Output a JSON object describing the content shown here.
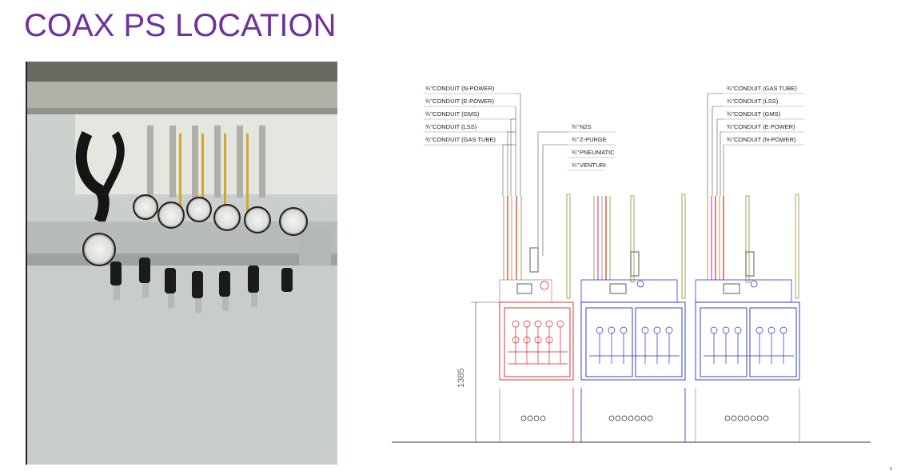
{
  "slide": {
    "title": "COAX PS LOCATION"
  },
  "drawing": {
    "left_conduits": [
      "CONDUIT (N-POWER)",
      "CONDUIT (E-POWER)",
      "CONDUIT (GMS)",
      "CONDUIT (LSS)",
      "CONDUIT (GAS TUBE)"
    ],
    "middle_lines": [
      "N2S",
      "Z-PURGE",
      "PNEUMATIC",
      "VENTURI"
    ],
    "right_conduits": [
      "CONDUIT (GAS TUBE)",
      "CONDUIT (LSS)",
      "CONDUIT (GMS)",
      "CONDUIT (E POWER)",
      "CONDUIT (N-POWER)"
    ],
    "size_prefix": "¾\"",
    "height_dimension": "1385",
    "colors": {
      "red_cabinet": "#e02020",
      "blue_cabinet": "#2030c0",
      "conduit_tan": "#b8b070",
      "title_purple": "#7030a0"
    }
  }
}
